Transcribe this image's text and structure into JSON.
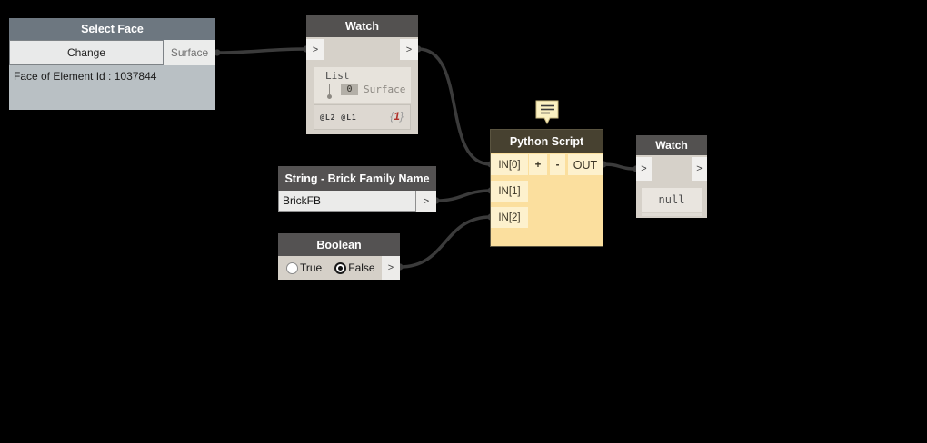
{
  "canvas": {
    "background": "#000000",
    "wire_color": "#3b3b3b"
  },
  "select_face": {
    "title": "Select Face",
    "change_button": "Change",
    "output_port": "Surface",
    "info_text": "Face of Element Id : 1037844"
  },
  "watch_surface": {
    "title": "Watch",
    "input_port": ">",
    "output_port": ">",
    "tree": {
      "root": "List",
      "index": "0",
      "value": "Surface"
    },
    "levels": "@L2 @L1",
    "count_open": "{",
    "count_value": "1",
    "count_close": "}"
  },
  "python_script": {
    "title": "Python Script",
    "inputs": [
      "IN[0]",
      "IN[1]",
      "IN[2]"
    ],
    "add_button": "+",
    "remove_button": "-",
    "output_port": "OUT"
  },
  "watch_result": {
    "title": "Watch",
    "input_port": ">",
    "output_port": ">",
    "value": "null"
  },
  "string_node": {
    "title": "String - Brick Family Name",
    "value": "BrickFB",
    "output_port": ">"
  },
  "boolean_node": {
    "title": "Boolean",
    "true_label": "True",
    "false_label": "False",
    "selected": "False",
    "output_port": ">"
  }
}
